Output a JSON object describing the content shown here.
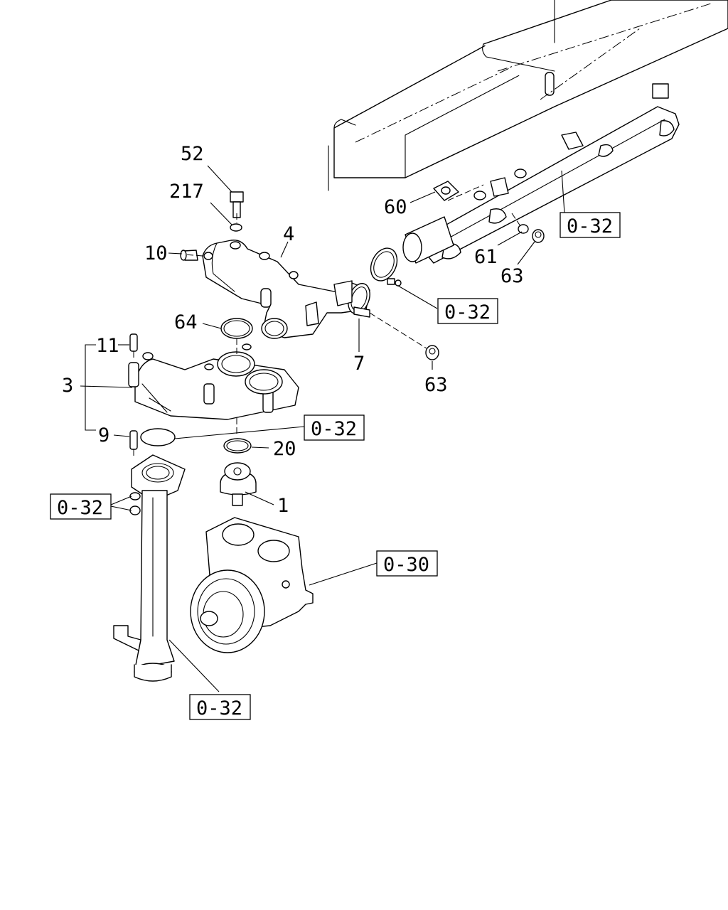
{
  "callouts": {
    "p52": "52",
    "p217": "217",
    "p4": "4",
    "p10": "10",
    "p60": "60",
    "p61": "61",
    "p63a": "63",
    "p63b": "63",
    "p64": "64",
    "p7": "7",
    "p11": "11",
    "p3": "3",
    "p9": "9",
    "p20": "20",
    "p1": "1"
  },
  "references": {
    "r_pipe_top": "0-32",
    "r_clamp": "0-32",
    "r_gasket": "0-32",
    "r_washers": "0-32",
    "r_pump": "0-30",
    "r_bottom_pipe": "0-32"
  }
}
